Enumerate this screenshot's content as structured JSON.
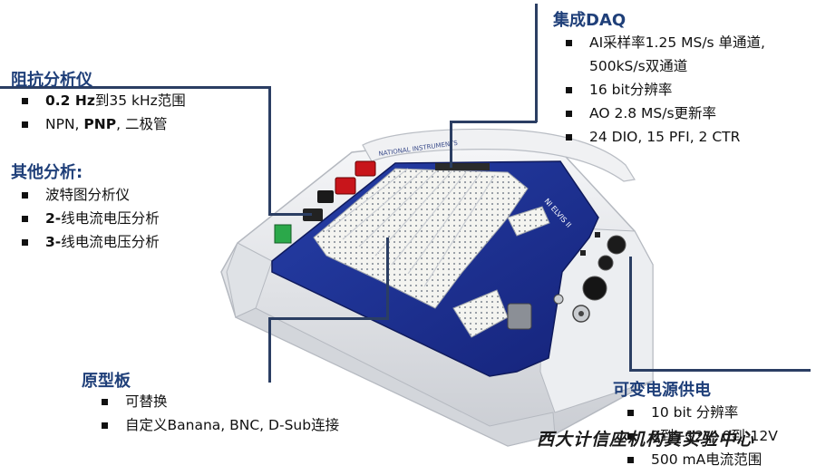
{
  "sections": {
    "daq": {
      "title": "集成DAQ",
      "items": [
        {
          "text": "AI采样率1.25 MS/s 单通道,"
        },
        {
          "text": "500kS/s双通道"
        },
        {
          "text": "16 bit分辨率"
        },
        {
          "text": "AO 2.8 MS/s更新率"
        },
        {
          "text": "24 DIO, 15 PFI, 2 CTR"
        }
      ]
    },
    "impedance": {
      "title": "阻抗分析仪",
      "items": [
        {
          "bold": "0.2 Hz",
          "text": "到35 kHz范围"
        },
        {
          "text": "NPN, ",
          "bold": "PNP",
          "after": ", 二极管"
        }
      ]
    },
    "other": {
      "title": "其他分析:",
      "items": [
        {
          "text": "波特图分析仪"
        },
        {
          "bold": "2-",
          "text": "线电流电压分析"
        },
        {
          "bold": "3-",
          "text": "线电流电压分析"
        }
      ]
    },
    "proto": {
      "title": "原型板",
      "items": [
        {
          "text": "可替换"
        },
        {
          "text": "自定义Banana, BNC, D-Sub连接"
        }
      ]
    },
    "power": {
      "title": "可变电源供电",
      "items": [
        {
          "text": "10 bit 分辨率"
        },
        {
          "text": "0到+12V, 0到-12V"
        },
        {
          "text": "500 mA电流范围"
        }
      ]
    }
  },
  "device": {
    "brand": "NATIONAL INSTRUMENTS",
    "model": "NI ELVIS II"
  },
  "watermark": "西大计信座机构真实验中心",
  "colors": {
    "heading": "#1f3f79",
    "callout_line": "#2b3e63",
    "board_blue": "#1c2f8f",
    "device_body": "#e9ebee"
  }
}
